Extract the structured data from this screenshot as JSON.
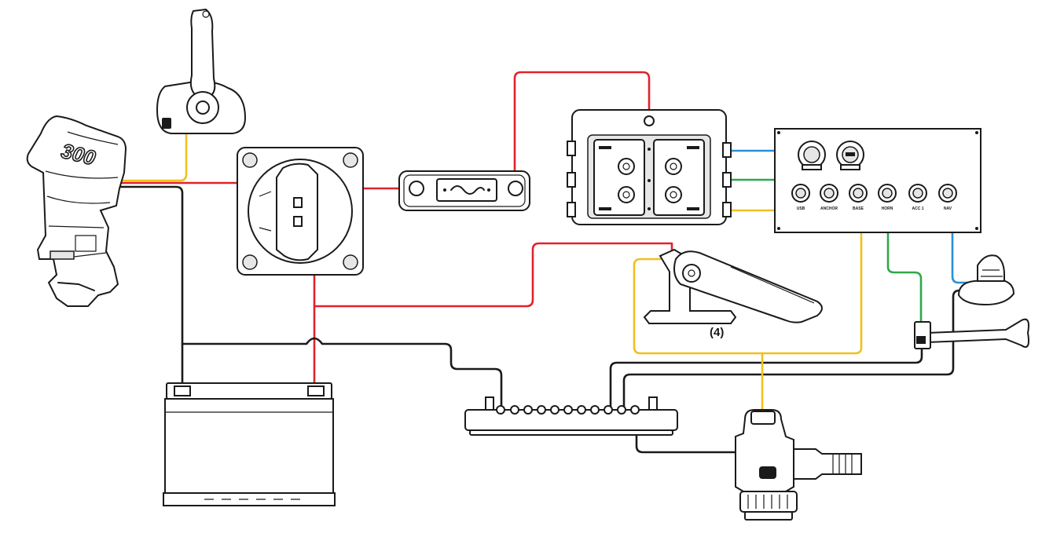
{
  "colors": {
    "positive": "#e0232b",
    "negative": "#1a1a1a",
    "accessory_yellow": "#f2c01e",
    "accessory_green": "#2ea84a",
    "accessory_blue": "#2b8fd6"
  },
  "components": {
    "outboard_engine": {
      "icon": "outboard-motor-icon",
      "badge": "300"
    },
    "throttle_control": {
      "icon": "throttle-lever-icon"
    },
    "battery_switch": {
      "icon": "rotary-battery-switch-icon"
    },
    "inline_fuse": {
      "icon": "inline-fuse-holder-icon"
    },
    "fuse_block": {
      "icon": "fuse-block-icon"
    },
    "switch_panel": {
      "icon": "switch-panel-icon",
      "switches": [
        "USB",
        "ANCHOR",
        "BASE",
        "HORN",
        "ACC 1",
        "NAV"
      ]
    },
    "bilge_float_switch": {
      "icon": "float-switch-icon",
      "callout": "(4)"
    },
    "anchor_light": {
      "icon": "anchor-light-icon"
    },
    "horn": {
      "icon": "horn-icon"
    },
    "battery": {
      "icon": "battery-icon"
    },
    "bus_bar": {
      "icon": "ground-bus-bar-icon"
    },
    "bilge_pump": {
      "icon": "bilge-pump-icon"
    }
  }
}
